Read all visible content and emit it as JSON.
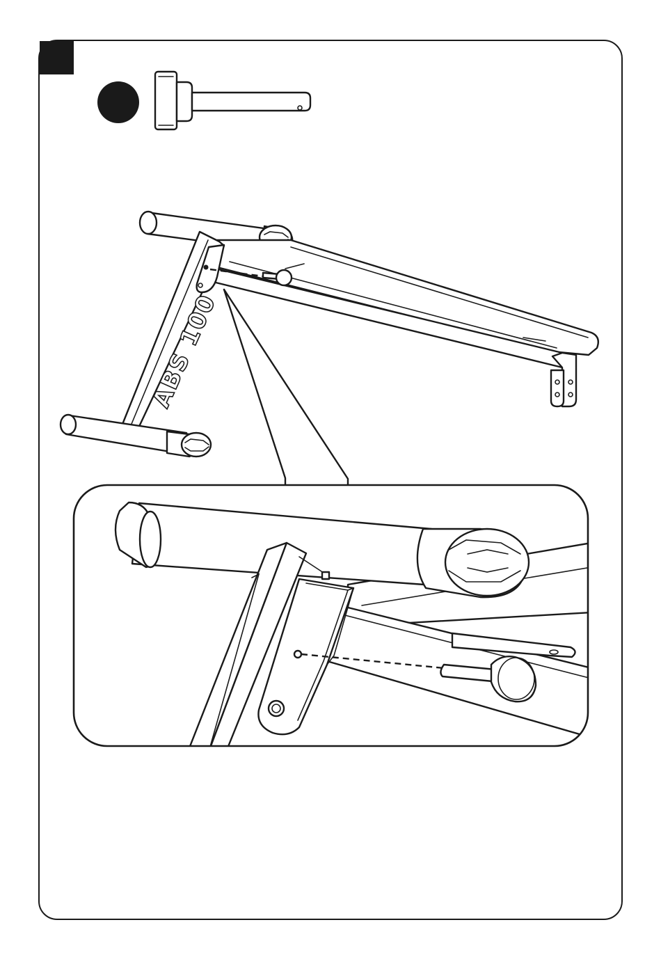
{
  "diagram": {
    "frame_logo_text": "ABS 100",
    "colors": {
      "line": "#1a1a1a",
      "fill": "#ffffff",
      "marker": "#1a1a1a"
    },
    "parts": [
      {
        "name": "locking-pin",
        "shown_in": "part-callout"
      },
      {
        "name": "bench-frame",
        "shown_in": "overview"
      },
      {
        "name": "pin-hole-detail",
        "shown_in": "zoom-inset"
      }
    ],
    "icons": [
      "step-marker-square",
      "part-id-dot",
      "locking-pin-icon",
      "foam-roller-icon"
    ]
  }
}
